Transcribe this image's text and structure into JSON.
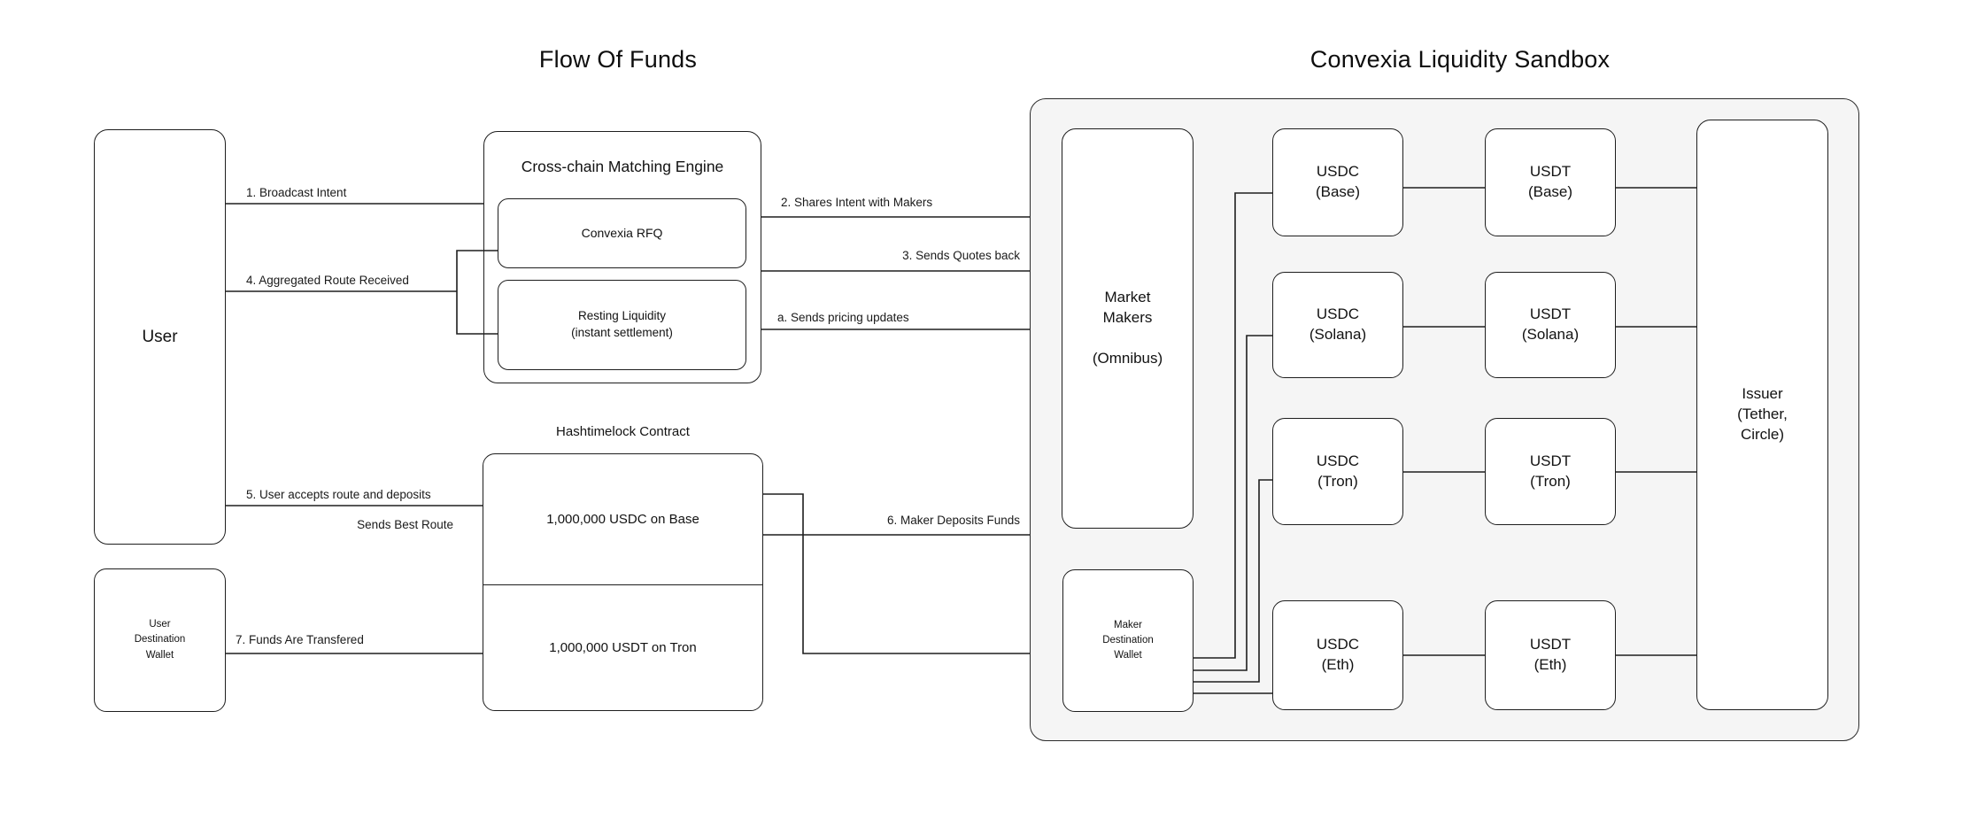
{
  "titles": {
    "left": "Flow Of Funds",
    "right": "Convexia Liquidity Sandbox"
  },
  "colors": {
    "stroke": "#1e1e1e",
    "sandbox_fill": "#f5f5f5",
    "background": "#ffffff",
    "text": "#121212"
  },
  "flow": {
    "user": "User",
    "user_destination_wallet": "User\nDestination\nWallet",
    "matching_engine_title": "Cross-chain Matching Engine",
    "convexia_rfq": "Convexia RFQ",
    "resting_liquidity": "Resting Liquidity\n(instant settlement)",
    "hashtimelock_title": "Hashtimelock Contract",
    "hashtimelock_usdc_cell": "1,000,000 USDC on Base",
    "hashtimelock_usdt_cell": "1,000,000 USDT on Tron",
    "edge_labels": {
      "e1": "1. Broadcast Intent",
      "e2": "2. Shares Intent with Makers",
      "e3": "3. Sends Quotes back",
      "ea": "a. Sends pricing updates",
      "e4": "4. Aggregated Route Received",
      "e5": "5. User accepts route and deposits",
      "e5b": "Sends Best Route",
      "e6": "6. Maker Deposits Funds",
      "e7": "7. Funds Are Transfered"
    }
  },
  "sandbox": {
    "market_makers": "Market\nMakers\n\n(Omnibus)",
    "maker_destination_wallet": "Maker\nDestination\nWallet",
    "usdc": [
      "USDC\n(Base)",
      "USDC\n(Solana)",
      "USDC\n(Tron)",
      "USDC\n(Eth)"
    ],
    "usdt": [
      "USDT\n(Base)",
      "USDT\n(Solana)",
      "USDT\n(Tron)",
      "USDT\n(Eth)"
    ],
    "issuer": "Issuer\n(Tether,\nCircle)"
  }
}
